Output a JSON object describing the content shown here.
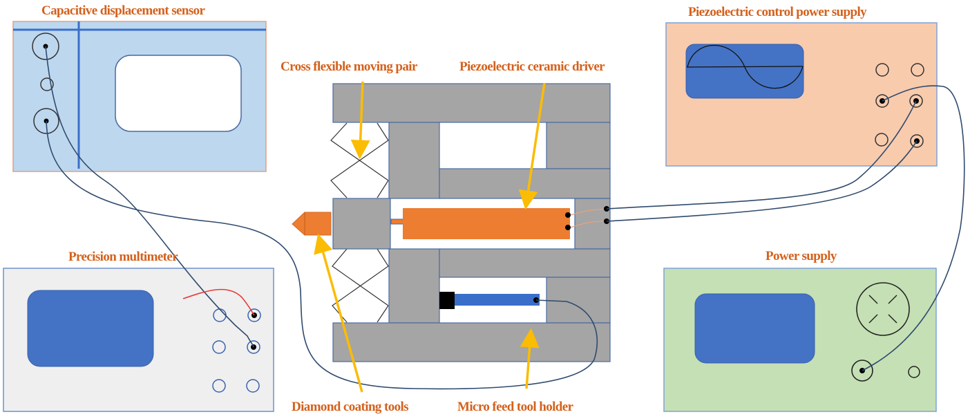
{
  "labels": {
    "capacitive_sensor": "Capacitive displacement sensor",
    "piezo_control_supply": "Piezoelectric control power supply",
    "cross_flexible_pair": "Cross flexible moving pair",
    "piezo_ceramic_driver": "Piezoelectric ceramic driver",
    "precision_multimeter": "Precision multimeter",
    "power_supply": "Power supply",
    "diamond_tools": "Diamond coating tools",
    "micro_feed_holder": "Micro feed tool holder"
  },
  "colors": {
    "label": "#d4611c",
    "arrow": "#fbbc04",
    "frame_gray": "#a5a5a5",
    "frame_border": "#4a6aa0",
    "piezo_orange": "#ed7d31",
    "screen_blue": "#4472c4",
    "sensor_bg": "#bdd7ee",
    "piezo_supply_bg": "#f8cbad",
    "multimeter_bg": "#efefef",
    "power_bg": "#c5e0b4",
    "wire": "#2f4a6e",
    "red_wire": "#e83a3a"
  }
}
